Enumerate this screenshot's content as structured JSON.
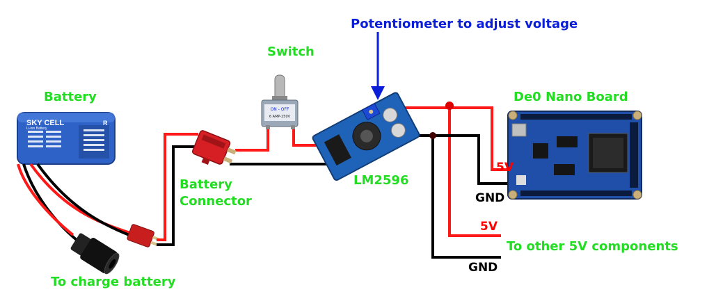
{
  "labels": {
    "potentiometer": "Potentiometer to adjust voltage",
    "switch": "Switch",
    "battery": "Battery",
    "battery_connector_line1": "Battery",
    "battery_connector_line2": "Connector",
    "regulator": "LM2596",
    "board": "De0 Nano Board",
    "board_5v": "5V",
    "board_gnd": "GND",
    "out_5v": "5V",
    "out_components": "To other 5V components",
    "out_gnd": "GND",
    "charge": "To charge battery"
  },
  "battery_pack": {
    "brand": "SKY CELL",
    "subtitle": "Li-ion Battery",
    "badge": "R"
  },
  "switch_plate": {
    "line1": "ON - OFF",
    "line2": "6 AMP-250V"
  },
  "colors": {
    "label_green": "#22dd22",
    "label_blue": "#0a1ed8",
    "wire_red": "#ff1a1a",
    "wire_black": "#000000"
  }
}
